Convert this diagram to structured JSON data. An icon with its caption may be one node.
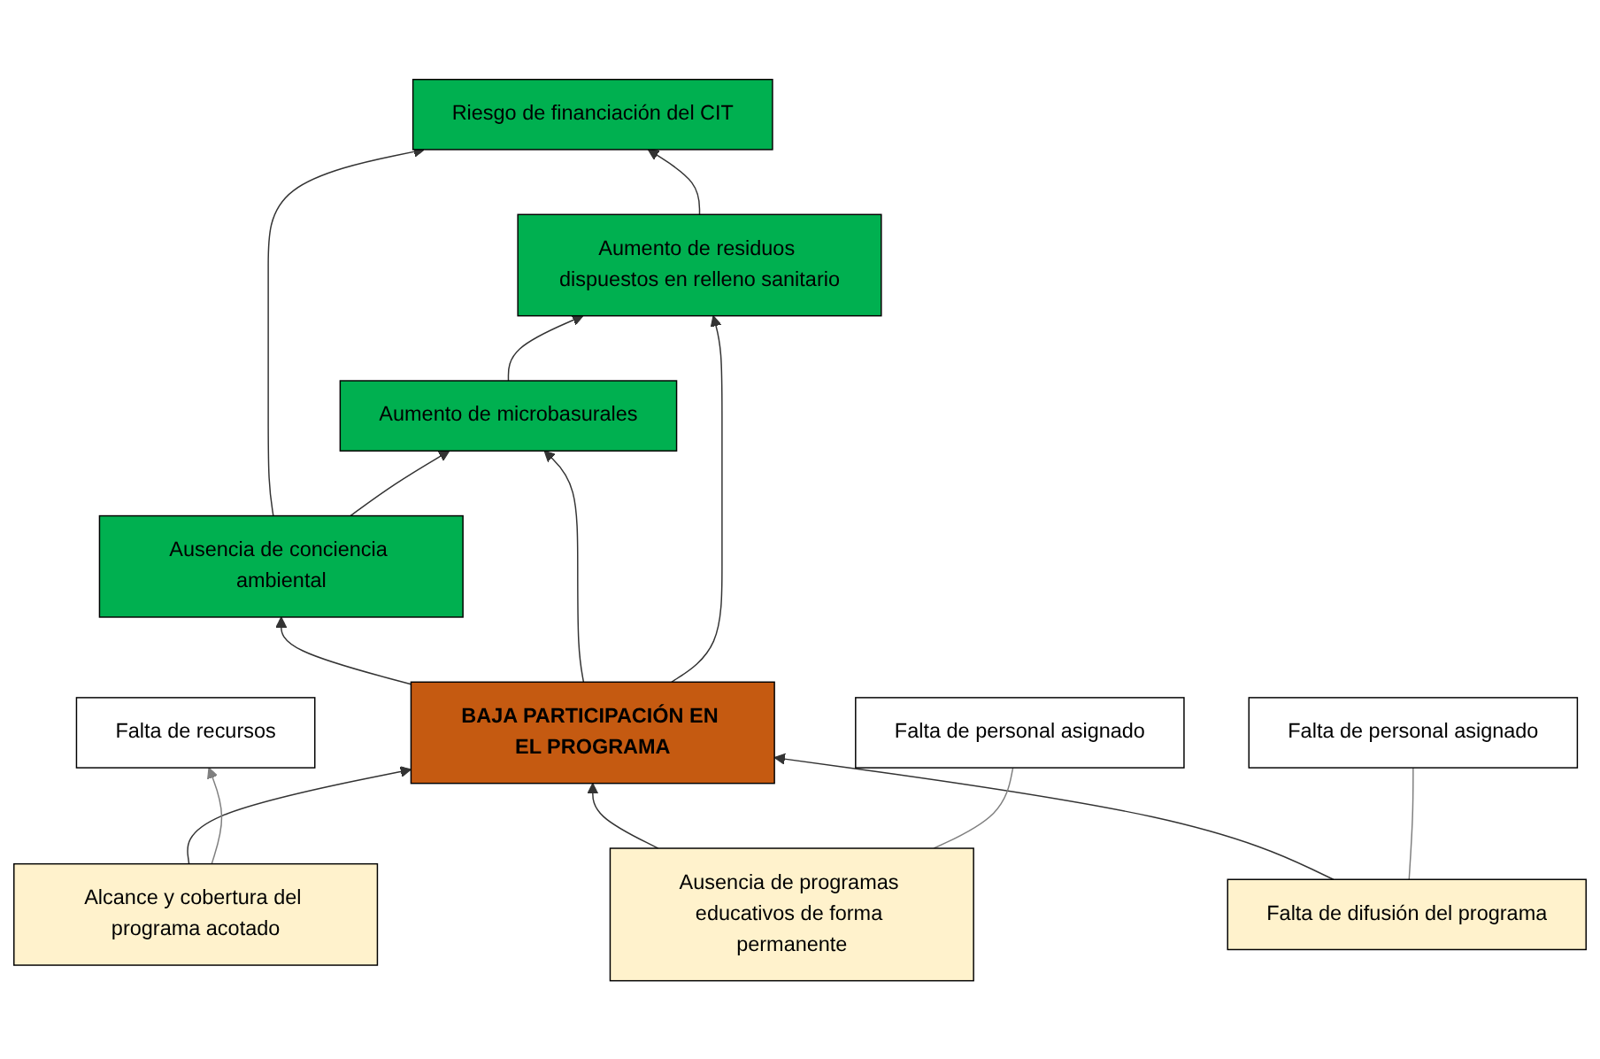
{
  "diagram": {
    "nodes": [
      {
        "text": [
          "Riesgo de financiación del CIT"
        ]
      },
      {
        "text": [
          "Ausencia de conciencia ambiental"
        ]
      },
      {
        "text": [
          "Aumento de microbasurales"
        ]
      },
      {
        "text": [
          "Aumento de residuos dispuestos en relleno sanitario"
        ]
      },
      {
        "text": [
          "BAJA PARTICIPACIÓN EN EL PROGRAMA"
        ]
      },
      {
        "text": [
          "Alcance y cobertura del programa acotado"
        ]
      },
      {
        "text": [
          "Ausencia de programas educativos de forma permanente"
        ]
      },
      {
        "text": [
          "Falta de difusión del programa"
        ]
      },
      {
        "text": [
          "Falta de recursos"
        ]
      },
      {
        "text": [
          "Falta de personal asignado"
        ]
      },
      {
        "text": [
          "Falta de personal asignado"
        ]
      }
    ],
    "edges": [
      {
        "from": 1,
        "to": 0,
        "arrow": "to"
      },
      {
        "from": 3,
        "to": 0,
        "arrow": "to"
      },
      {
        "from": 1,
        "to": 2,
        "arrow": "to"
      },
      {
        "from": 2,
        "to": 3,
        "arrow": "to"
      },
      {
        "from": 4,
        "to": 1,
        "arrow": "to"
      },
      {
        "from": 4,
        "to": 2,
        "arrow": "to"
      },
      {
        "from": 4,
        "to": 3,
        "arrow": "to"
      },
      {
        "from": 5,
        "to": 4,
        "arrow": "to"
      },
      {
        "from": 6,
        "to": 4,
        "arrow": "to"
      },
      {
        "from": 7,
        "to": 4,
        "arrow": "to"
      },
      {
        "from": 5,
        "to": 8,
        "arrow": "to",
        "color": "#7f7f7f"
      },
      {
        "from": 6,
        "to": 9,
        "arrow": "none",
        "color": "#7f7f7f"
      },
      {
        "from": 7,
        "to": 10,
        "arrow": "none",
        "color": "#7f7f7f"
      }
    ]
  }
}
